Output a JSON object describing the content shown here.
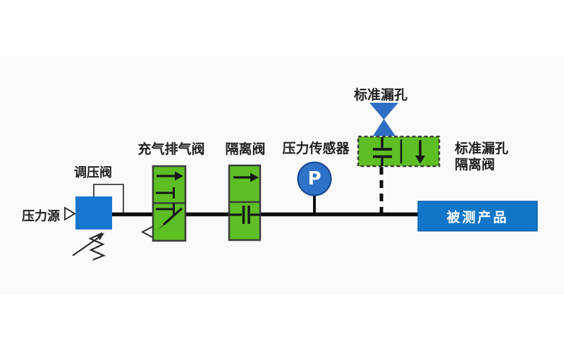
{
  "diagram": {
    "labels": {
      "pressure_source": "压力源",
      "regulator": "调压阀",
      "charge_exhaust_valve": "充气排气阀",
      "isolation_valve": "隔离阀",
      "pressure_sensor": "压力传感器",
      "sensor_letter": "P",
      "standard_leak": "标准漏孔",
      "leak_isolation_line1": "标准漏孔",
      "leak_isolation_line2": "隔离阀",
      "device_under_test": "被测产品"
    },
    "colors": {
      "valve_green": "#5dbf23",
      "regulator_blue": "#1777d0",
      "dut_blue": "#1176c8",
      "sensor_blue": "#2d73c8",
      "leak_orifice_blue": "#2e6fc4",
      "line_black": "#0d0d0d",
      "panel_gray": "#fafafa",
      "text_dark": "#1f1f1f"
    }
  }
}
